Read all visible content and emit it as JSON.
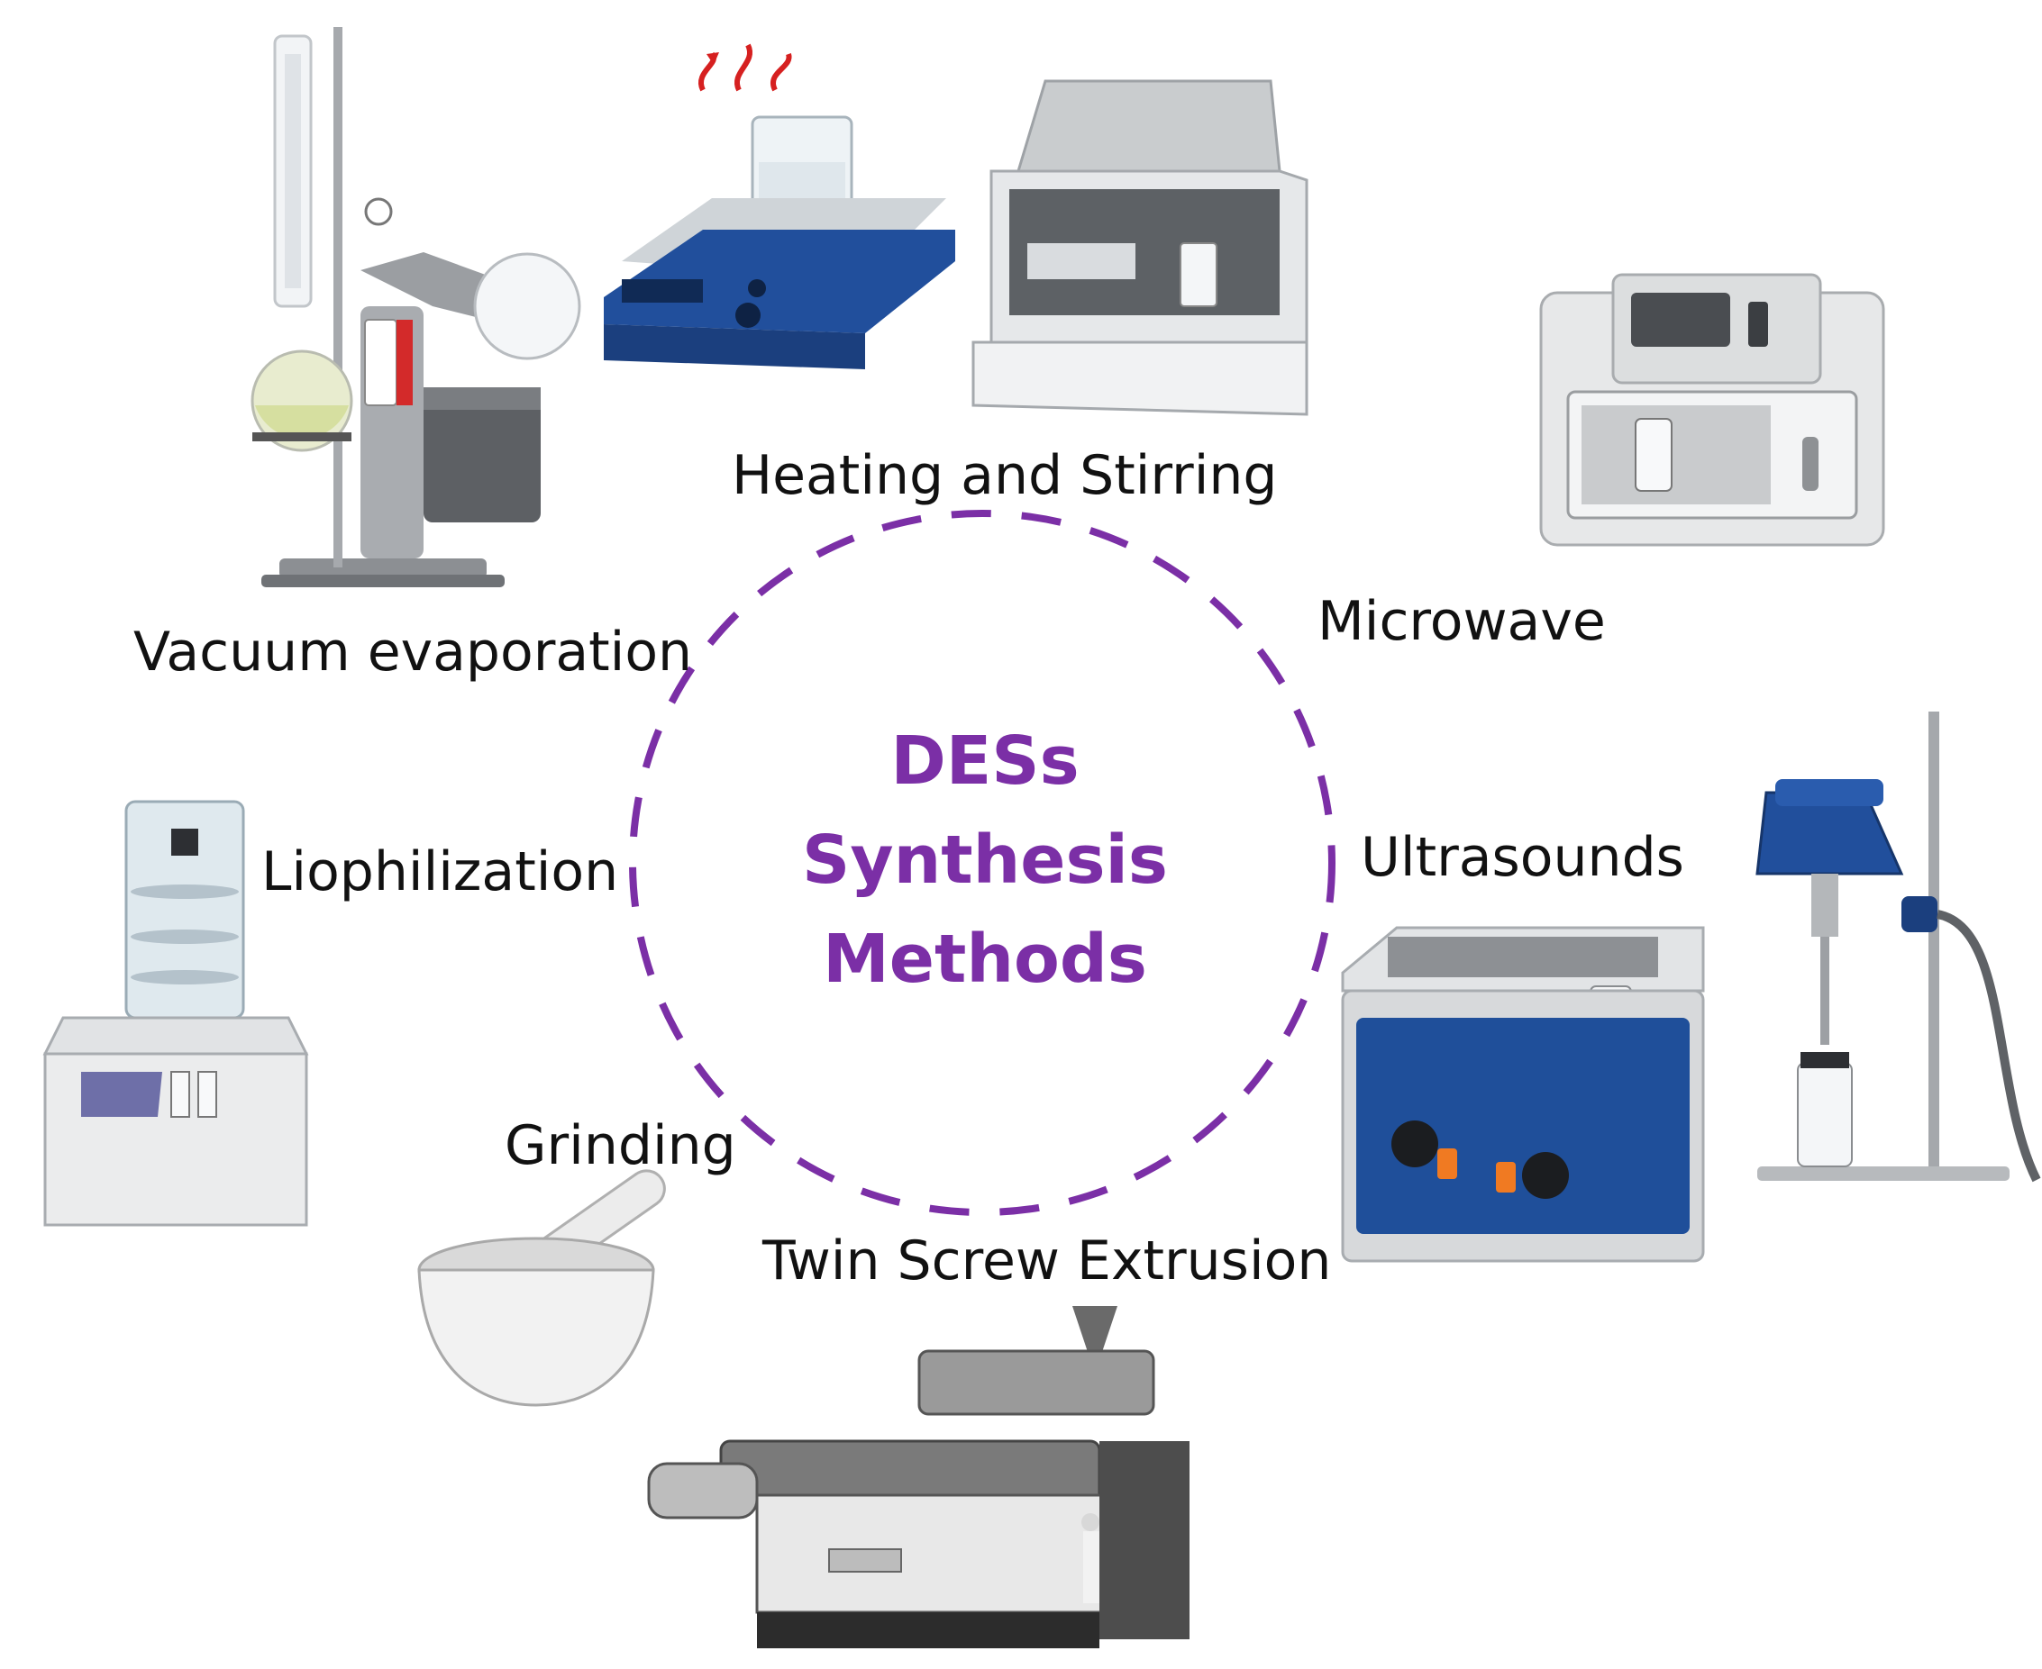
{
  "title": {
    "lines": [
      "DESs",
      "Synthesis",
      "Methods"
    ],
    "color": "#7b2fa6"
  },
  "circle": {
    "stroke_color": "#7b2fa6",
    "style": "dashed"
  },
  "methods": [
    {
      "label": "Heating and Stirring",
      "icon": "hot-plate-stirrer-icon"
    },
    {
      "label": "Microwave",
      "icon": "microwave-reactor-icon"
    },
    {
      "label": "Ultrasounds",
      "icon": "ultrasonic-bath-icon"
    },
    {
      "label": "Twin Screw Extrusion",
      "icon": "twin-screw-extruder-icon"
    },
    {
      "label": "Grinding",
      "icon": "mortar-and-pestle-icon"
    },
    {
      "label": "Liophilization",
      "icon": "freeze-dryer-icon"
    },
    {
      "label": "Vacuum evaporation",
      "icon": "rotary-evaporator-icon"
    }
  ],
  "colors": {
    "device_blue": "#1f4f9a",
    "device_grey": "#d9dcdf",
    "heat_arrows": "#d62020"
  }
}
